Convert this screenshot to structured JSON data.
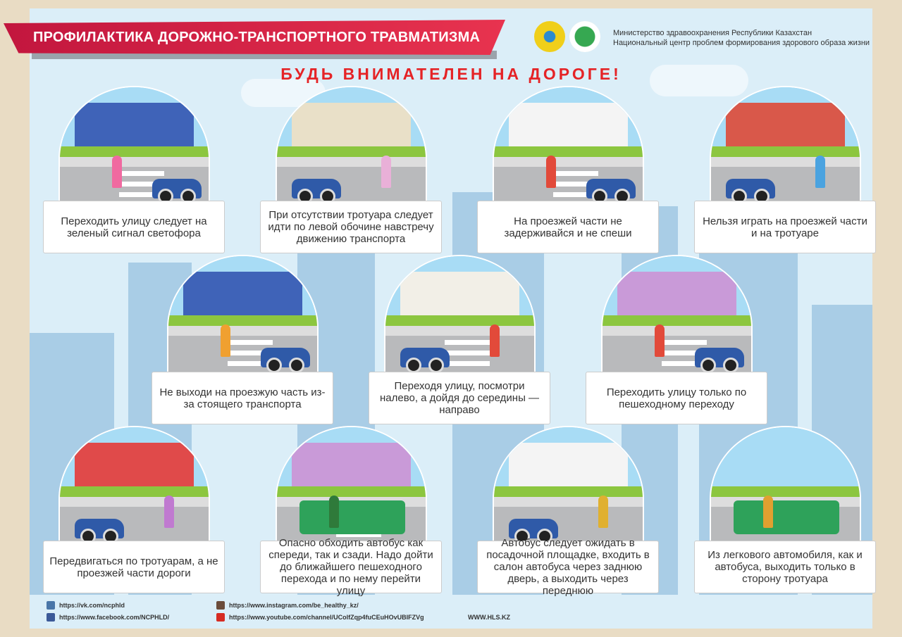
{
  "header": {
    "title": "ПРОФИЛАКТИКА ДОРОЖНО-ТРАНСПОРТНОГО ТРАВМАТИЗМА",
    "org_line1": "Министерство здравоохранения Республики Казахстан",
    "org_line2": "Национальный центр проблем формирования здорового образа жизни"
  },
  "headline": "БУДЬ ВНИМАТЕЛЕН НА ДОРОГЕ!",
  "tips": [
    "Переходить улицу следует на зеленый сигнал светофора",
    "При отсутствии тротуара следует идти по левой обочине навстречу движению транспорта",
    "На проезжей части не задерживайся и не спеши",
    "Нельзя играть на проезжей части и на тротуаре",
    "Не выходи на проезжую часть из-за стоящего транспорта",
    "Переходя улицу, посмотри налево, а дойдя до середины — направо",
    "Переходить улицу только по пешеходному переходу",
    "Передвигаться по тротуарам, а не проезжей части дороги",
    "Опасно обходить автобус как спереди, так и сзади. Надо дойти до ближайшего пешеходного перехода и по нему перейти улицу",
    "Автобус следует ожидать в посадочной площадке, входить в салон автобуса через заднюю дверь, а выходить через переднюю",
    "Из легкового автомобиля, как и автобуса, выходить только в сторону тротуара"
  ],
  "footer": {
    "vk": "https://vk.com/ncphld",
    "facebook": "https://www.facebook.com/NCPHLD/",
    "instagram": "https://www.instagram.com/be_healthy_kz/",
    "youtube": "https://www.youtube.com/channel/UColfZqp4fuCEuHOvUBIFZVg",
    "site": "WWW.HLS.KZ"
  },
  "colors": {
    "accent": "#e52326",
    "ribbon": "#c2163e",
    "panel": "#dbeef8"
  }
}
